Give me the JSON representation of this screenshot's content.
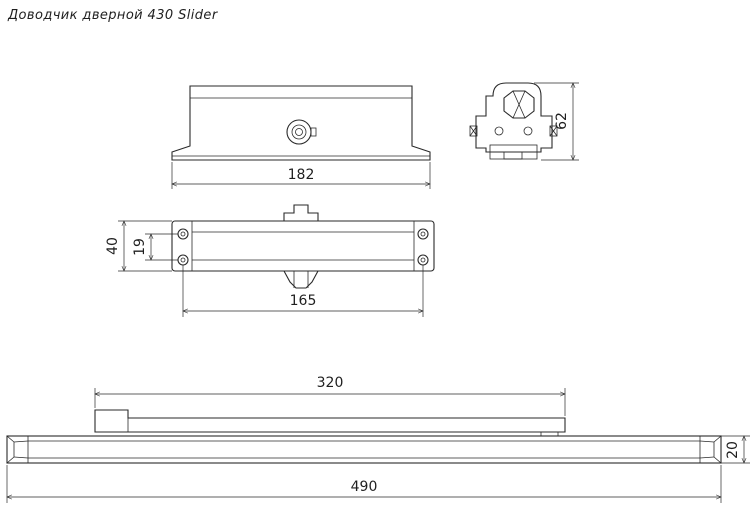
{
  "title": "Доводчик дверной 430 Slider",
  "dimensions": {
    "top_view_width": "182",
    "side_view_height": "62",
    "front_view_height": "40",
    "front_view_inner_height": "19",
    "front_view_mount_width": "165",
    "slider_track_length": "320",
    "slider_rail_length": "490",
    "slider_rail_height": "20"
  }
}
